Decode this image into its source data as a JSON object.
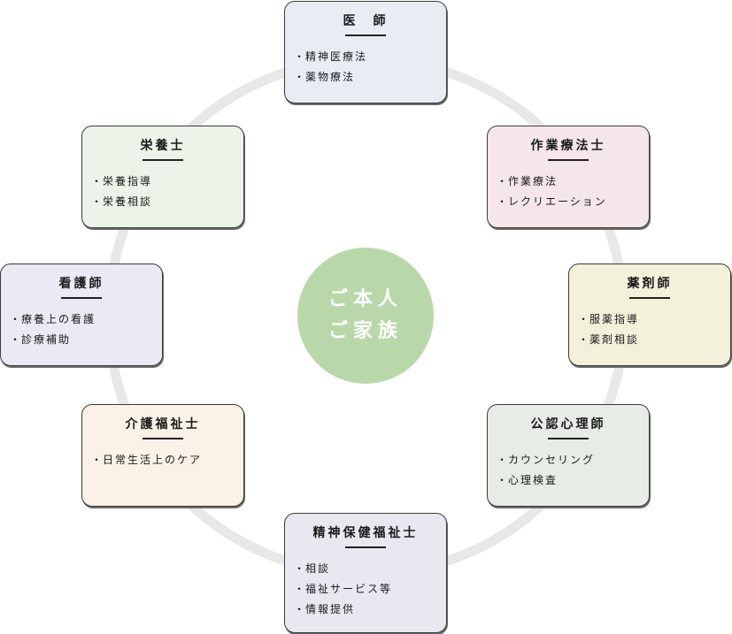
{
  "center": {
    "line1": "ご本人",
    "line2": "ご家族",
    "color": "#b9d8a9"
  },
  "ring_color": "#e8e8e8",
  "roles": [
    {
      "id": "doctor",
      "title": "医　師",
      "items": [
        "精神医療法",
        "薬物療法"
      ],
      "bg": "#e8edf4"
    },
    {
      "id": "occupational-therapist",
      "title": "作業療法士",
      "items": [
        "作業療法",
        "レクリエーション"
      ],
      "bg": "#f5e6ea"
    },
    {
      "id": "pharmacist",
      "title": "薬剤師",
      "items": [
        "服薬指導",
        "薬剤相談"
      ],
      "bg": "#f3f1da"
    },
    {
      "id": "psychologist",
      "title": "公認心理師",
      "items": [
        "カウンセリング",
        "心理検査"
      ],
      "bg": "#e8ece6"
    },
    {
      "id": "psychiatric-social-worker",
      "title": "精神保健福祉士",
      "items": [
        "相談",
        "福祉サービス等",
        "情報提供"
      ],
      "bg": "#e8e8f0"
    },
    {
      "id": "care-worker",
      "title": "介護福祉士",
      "items": [
        "日常生活上のケア"
      ],
      "bg": "#faf2e6"
    },
    {
      "id": "nurse",
      "title": "看護師",
      "items": [
        "療養上の看護",
        "診療補助"
      ],
      "bg": "#ece8f4"
    },
    {
      "id": "dietitian",
      "title": "栄養士",
      "items": [
        "栄養指導",
        "栄養相談"
      ],
      "bg": "#ecf4ea"
    }
  ]
}
